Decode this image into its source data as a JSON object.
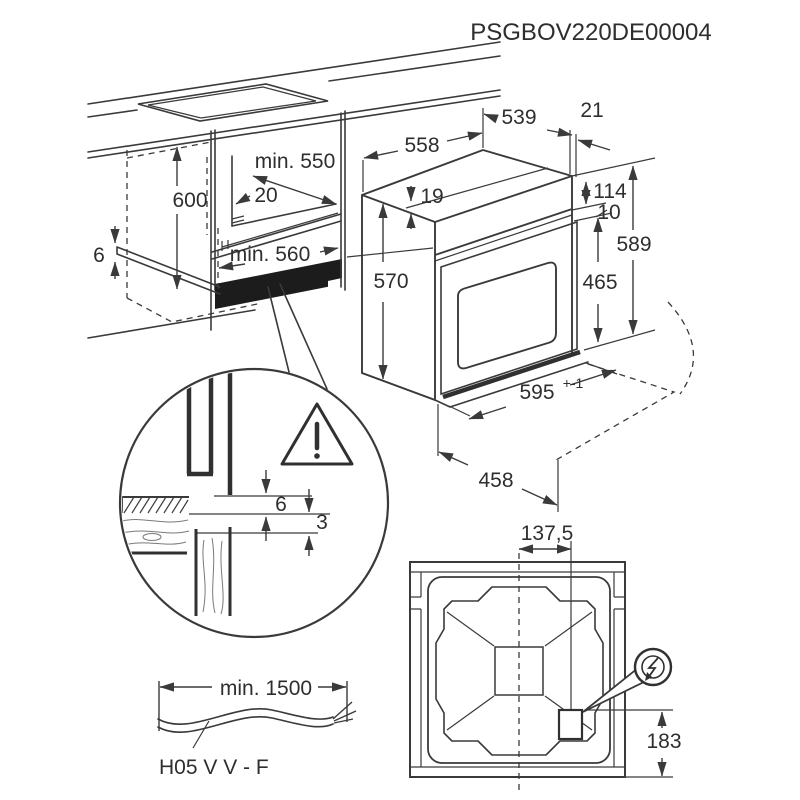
{
  "title": "PSGBOV220DE00004",
  "colors": {
    "line": "#3a3a3a",
    "text": "#2e2e2e",
    "fill_black": "#1c1c1c"
  },
  "cabinet_cutout": {
    "niche_height": "600",
    "niche_depth_min": "min. 550",
    "rear_vent_gap": "20",
    "niche_width_min": "min. 560",
    "shelf_gap": "6"
  },
  "oven": {
    "depth_total": "558",
    "depth_body": "539",
    "front_protrusion": "21",
    "top_step": "19",
    "panel_height": "114",
    "panel_gap": "10",
    "height_total": "589",
    "door_height": "465",
    "side_height": "570",
    "width": "595",
    "width_tolerance": "+-1",
    "base_depth": "458"
  },
  "mount_detail": {
    "gap_top": "6",
    "gap_bottom": "3",
    "icon": "warning-triangle-icon"
  },
  "rear_view": {
    "cable_offset_from_center": "137,5",
    "connection_height": "183",
    "icon": "electrical-hazard-icon"
  },
  "power_cable": {
    "length_min": "min. 1500",
    "cable_type": "H05 V V - F"
  }
}
